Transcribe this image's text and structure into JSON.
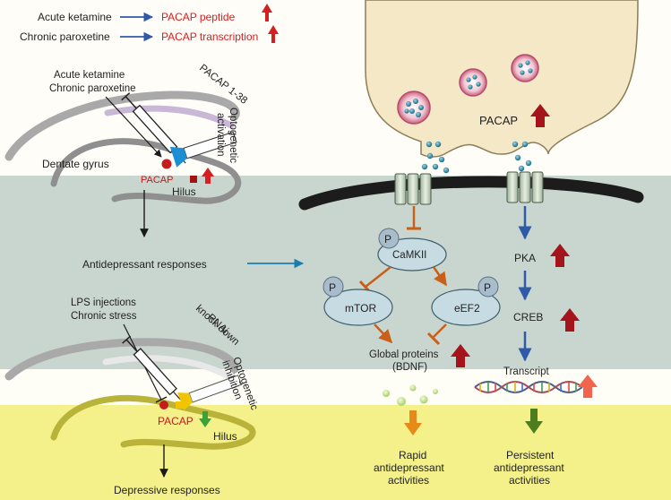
{
  "legend": {
    "row1_drug": "Acute ketamine",
    "row1_effect": "PACAP peptide",
    "row2_drug": "Chronic paroxetine",
    "row2_effect": "PACAP transcription"
  },
  "upper_panel": {
    "treatment_line1": "Acute ketamine",
    "treatment_line2": "Chronic paroxetine",
    "peptide": "PACAP 1-38",
    "opto_line1": "Optogenetic",
    "opto_line2": "activation",
    "region": "Dentate gyrus",
    "pacap": "PACAP",
    "hilus": "Hilus",
    "outcome": "Antidepressant responses"
  },
  "lower_panel": {
    "stress_line1": "LPS injections",
    "stress_line2": "Chronic stress",
    "rnai_line1": "RNAi",
    "rnai_line2": "knock down",
    "opto_line1": "Optogenetic",
    "opto_line2": "inhibition",
    "pacap": "PACAP",
    "hilus": "Hilus",
    "outcome": "Depressive responses"
  },
  "synapse": {
    "vesicle_label": "PACAP"
  },
  "pathway": {
    "phospho": "P",
    "camkii": "CaMKII",
    "mtor": "mTOR",
    "eef2": "eEF2",
    "proteins_line1": "Global proteins",
    "proteins_line2": "(BDNF)",
    "pka": "PKA",
    "creb": "CREB",
    "transcript": "Transcript"
  },
  "outputs": {
    "rapid_line1": "Rapid",
    "rapid_line2": "antidepressant",
    "rapid_line3": "activities",
    "persistent_line1": "Persistent",
    "persistent_line2": "antidepressant",
    "persistent_line3": "activities"
  },
  "colors": {
    "increase_arrow": "#d42020",
    "dark_red_arrow": "#a5141b",
    "decrease_arrow": "#3aa23a",
    "blue_arrow": "#2f5aa8",
    "inhibition_orange": "#c8601a",
    "band_gray": "#c9d5cf",
    "band_yellow": "#f4f08a",
    "presynaptic_fill": "#f4e8c6",
    "node_fill": "#c6dbe2"
  }
}
